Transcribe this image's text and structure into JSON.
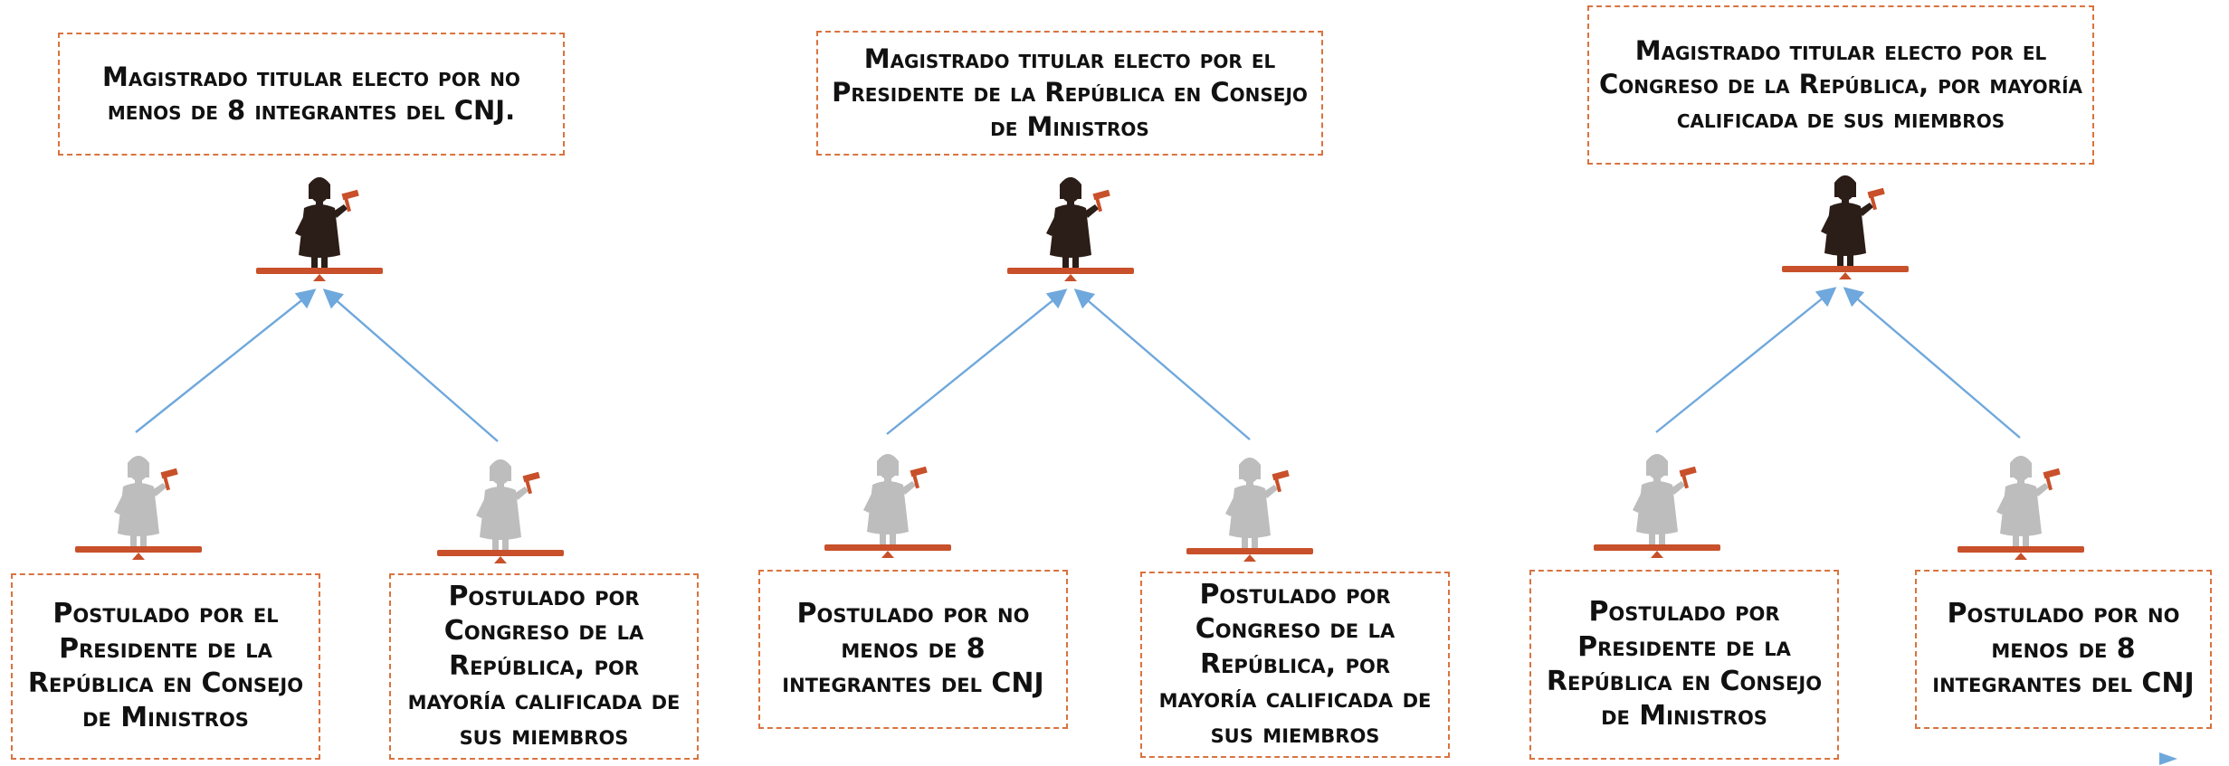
{
  "groups": [
    {
      "winner": "Magistrado titular electo por no menos de 8 integrantes del CNJ.",
      "left_candidate": "Postulado por el Presidente de la República en Consejo de Ministros",
      "right_candidate": "Postulado por Congreso de la República, por mayoría calificada de sus miembros"
    },
    {
      "winner": "Magistrado titular electo por el Presidente de la República en Consejo de Ministros",
      "left_candidate": "Postulado por no menos de 8 integrantes del CNJ",
      "right_candidate": "Postulado por Congreso de la República, por mayoría calificada de sus miembros"
    },
    {
      "winner": "Magistrado titular electo por el Congreso de la República, por mayoría calificada de sus miembros",
      "left_candidate": "Postulado por Presidente de la República en Consejo de Ministros",
      "right_candidate": "Postulado por no menos de 8 integrantes del CNJ"
    }
  ],
  "colors": {
    "box_border": "#d9733f",
    "arrow": "#6fa8dc",
    "winner_figure": "#2b1d17",
    "candidate_figure": "#bdbdbd",
    "scale": "#c8502a",
    "gavel": "#c8502a"
  }
}
